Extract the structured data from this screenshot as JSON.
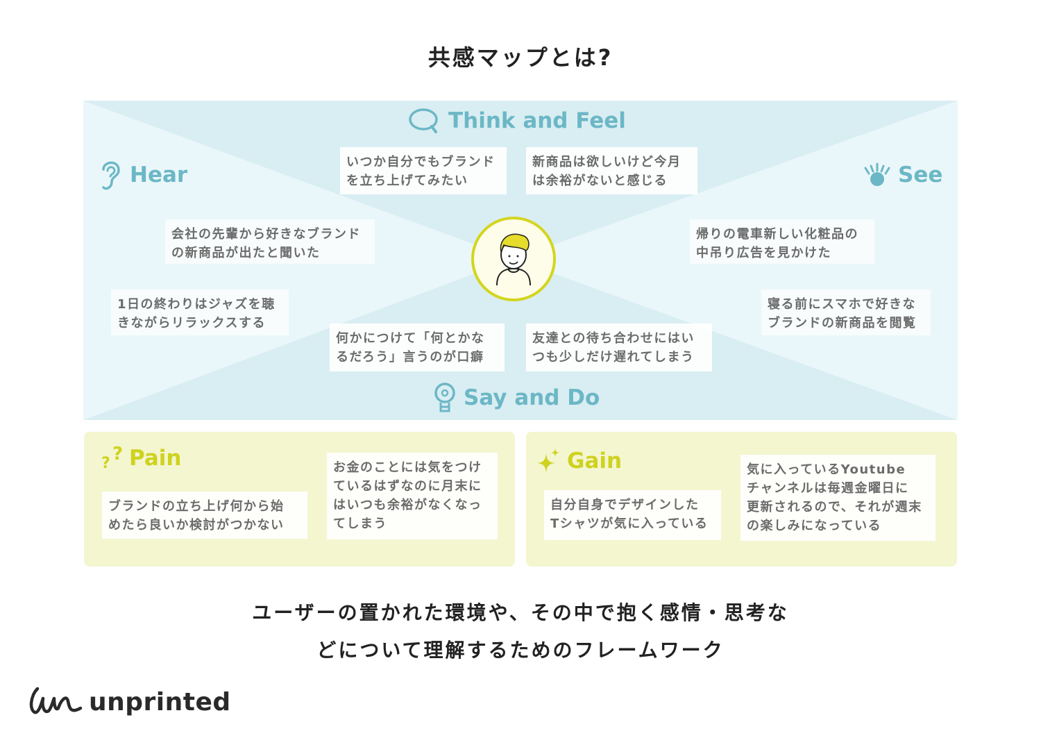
{
  "title": "共感マップとは?",
  "colors": {
    "teal": "#6cb7c6",
    "top_bottom_area": "#d9eef2",
    "side_area": "#e9f6f9",
    "yellow": "#cfd21f",
    "yellow_panel": "#f3f6cf"
  },
  "map": {
    "think_feel": {
      "label": "Think and Feel",
      "icon": "speech-bubble-icon",
      "notes": [
        "いつか自分でもブランド\nを立ち上げてみたい",
        "新商品は欲しいけど今月\nは余裕がないと感じる"
      ]
    },
    "hear": {
      "label": "Hear",
      "icon": "ear-icon",
      "notes": [
        "会社の先輩から好きなブランド\nの新商品が出たと聞いた",
        "1日の終わりはジャズを聴\nきながらリラックスする"
      ]
    },
    "see": {
      "label": "See",
      "icon": "eye-icon",
      "notes": [
        "帰りの電車新しい化粧品の\n中吊り広告を見かけた",
        "寝る前にスマホで好きな\nブランドの新商品を閲覧"
      ]
    },
    "say_do": {
      "label": "Say and Do",
      "icon": "lightbulb-icon",
      "notes": [
        "何かにつけて「何とかな\nるだろう」言うのが口癖",
        "友達との待ち合わせにはい\nつも少しだけ遅れてしまう"
      ]
    },
    "center_icon": "person-avatar-icon"
  },
  "pain": {
    "label": "Pain",
    "icon": "question-marks-icon",
    "notes": [
      "ブランドの立ち上げ何から始\nめたら良いか検討がつかない",
      "お金のことには気をつけ\nているはずなのに月末に\nはいつも余裕がなくなっ\nてしまう"
    ]
  },
  "gain": {
    "label": "Gain",
    "icon": "sparkle-icon",
    "notes": [
      "自分自身でデザインした\nTシャツが気に入っている",
      "気に入っているYoutube\nチャンネルは毎週金曜日に\n更新されるので、それが週末\nの楽しみになっている"
    ]
  },
  "footer": {
    "line1": "ユーザーの置かれた環境や、その中で抱く感情・思考な",
    "line2": "どについて理解するためのフレームワーク"
  },
  "logo": {
    "text": "unprinted"
  }
}
